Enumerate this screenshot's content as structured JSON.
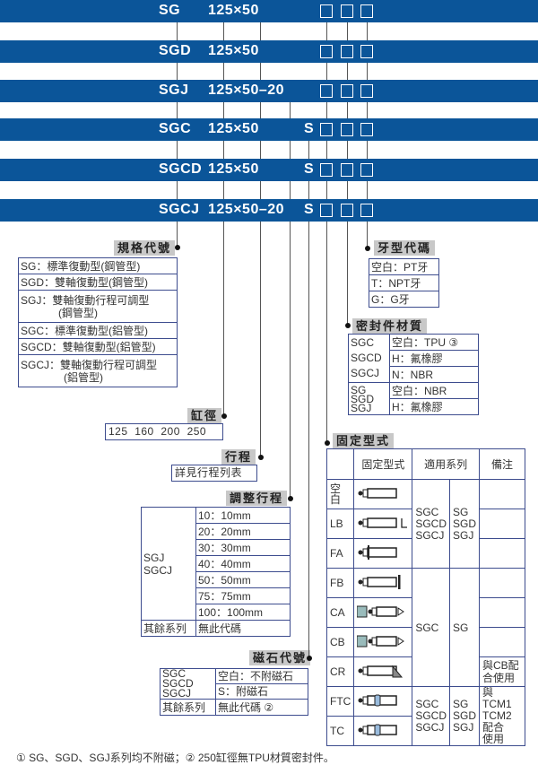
{
  "bars": [
    {
      "code": "SG",
      "size": "125×50",
      "s": ""
    },
    {
      "code": "SGD",
      "size": "125×50",
      "s": ""
    },
    {
      "code": "SGJ",
      "size": "125×50–20",
      "s": ""
    },
    {
      "code": "SGC",
      "size": "125×50",
      "s": "S"
    },
    {
      "code": "SGCD",
      "size": "125×50",
      "s": "S"
    },
    {
      "code": "SGCJ",
      "size": "125×50–20",
      "s": "S"
    }
  ],
  "spec": {
    "title": "規格代號",
    "rows": [
      "SG：標準復動型(鋼管型)",
      "SGD：雙軸復動型(鋼管型)",
      "SGJ：雙軸復動行程可調型",
      "(鋼管型)",
      "SGC：標準復動型(鋁管型)",
      "SGCD：雙軸復動型(鋁管型)",
      "SGCJ：雙軸復動行程可調型",
      "(鋁管型)"
    ]
  },
  "bore": {
    "title": "缸徑",
    "value": "125  160  200  250"
  },
  "stroke": {
    "title": "行程",
    "value": "詳見行程列表"
  },
  "adjust": {
    "title": "調整行程",
    "series": [
      "SGJ",
      "SGCJ"
    ],
    "options": [
      "10：10mm",
      "20：20mm",
      "30：30mm",
      "40：40mm",
      "50：50mm",
      "75：75mm",
      "100：100mm"
    ],
    "other_label": "其餘系列",
    "other_value": "無此代碼"
  },
  "magnet": {
    "title": "磁石代號",
    "series": [
      "SGC",
      "SGCD",
      "SGCJ"
    ],
    "options": [
      "空白：不附磁石",
      "S：附磁石"
    ],
    "other_label": "其餘系列",
    "other_value": "無此代碼 ②"
  },
  "thread": {
    "title": "牙型代碼",
    "rows": [
      "空白：PT牙",
      "T：NPT牙",
      "G：G牙"
    ]
  },
  "seal": {
    "title": "密封件材質",
    "group1": [
      "SGC",
      "SGCD",
      "SGCJ"
    ],
    "group1_opts": [
      "空白：TPU ③",
      "H：氟橡膠",
      "N：NBR"
    ],
    "group2": [
      "SG",
      "SGD",
      "SGJ"
    ],
    "group2_opts": [
      "空白：NBR",
      "H：氟橡膠"
    ]
  },
  "mount": {
    "title": "固定型式",
    "headers": [
      "固定型式",
      "適用系列",
      "備注"
    ],
    "codes": [
      "空白",
      "LB",
      "FA",
      "FB",
      "CA",
      "CB",
      "CR",
      "FTC",
      "TC"
    ],
    "seriesA": [
      "SGC",
      "SGCD",
      "SGCJ"
    ],
    "seriesA2": [
      "SG",
      "SGD",
      "SGJ"
    ],
    "seriesB": "SGC",
    "seriesB2": "SG",
    "note_cr": [
      "與CB配",
      "合使用"
    ],
    "note_tc": [
      "與TCM1",
      "TCM2",
      "配合",
      "使用"
    ]
  },
  "footnote": "① SG、SGD、SGJ系列均不附磁；② 250缸徑無TPU材質密封件。"
}
